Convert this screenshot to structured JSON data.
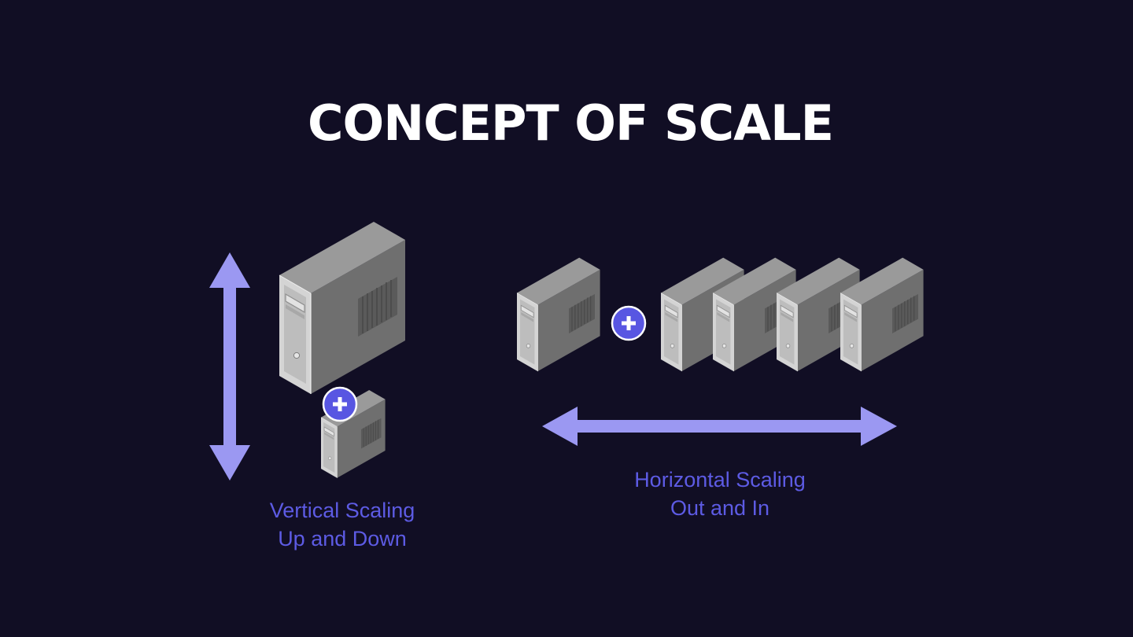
{
  "title": "CONCEPT OF SCALE",
  "vertical": {
    "line1": "Vertical Scaling",
    "line2": "Up and Down"
  },
  "horizontal": {
    "line1": "Horizontal Scaling",
    "line2": "Out and In"
  },
  "colors": {
    "background": "#110e24",
    "arrow": "#9b98f2",
    "accent": "#5856e2",
    "text": "#5d5be4"
  },
  "icons": [
    "server-icon",
    "plus-icon",
    "double-arrow-icon"
  ]
}
